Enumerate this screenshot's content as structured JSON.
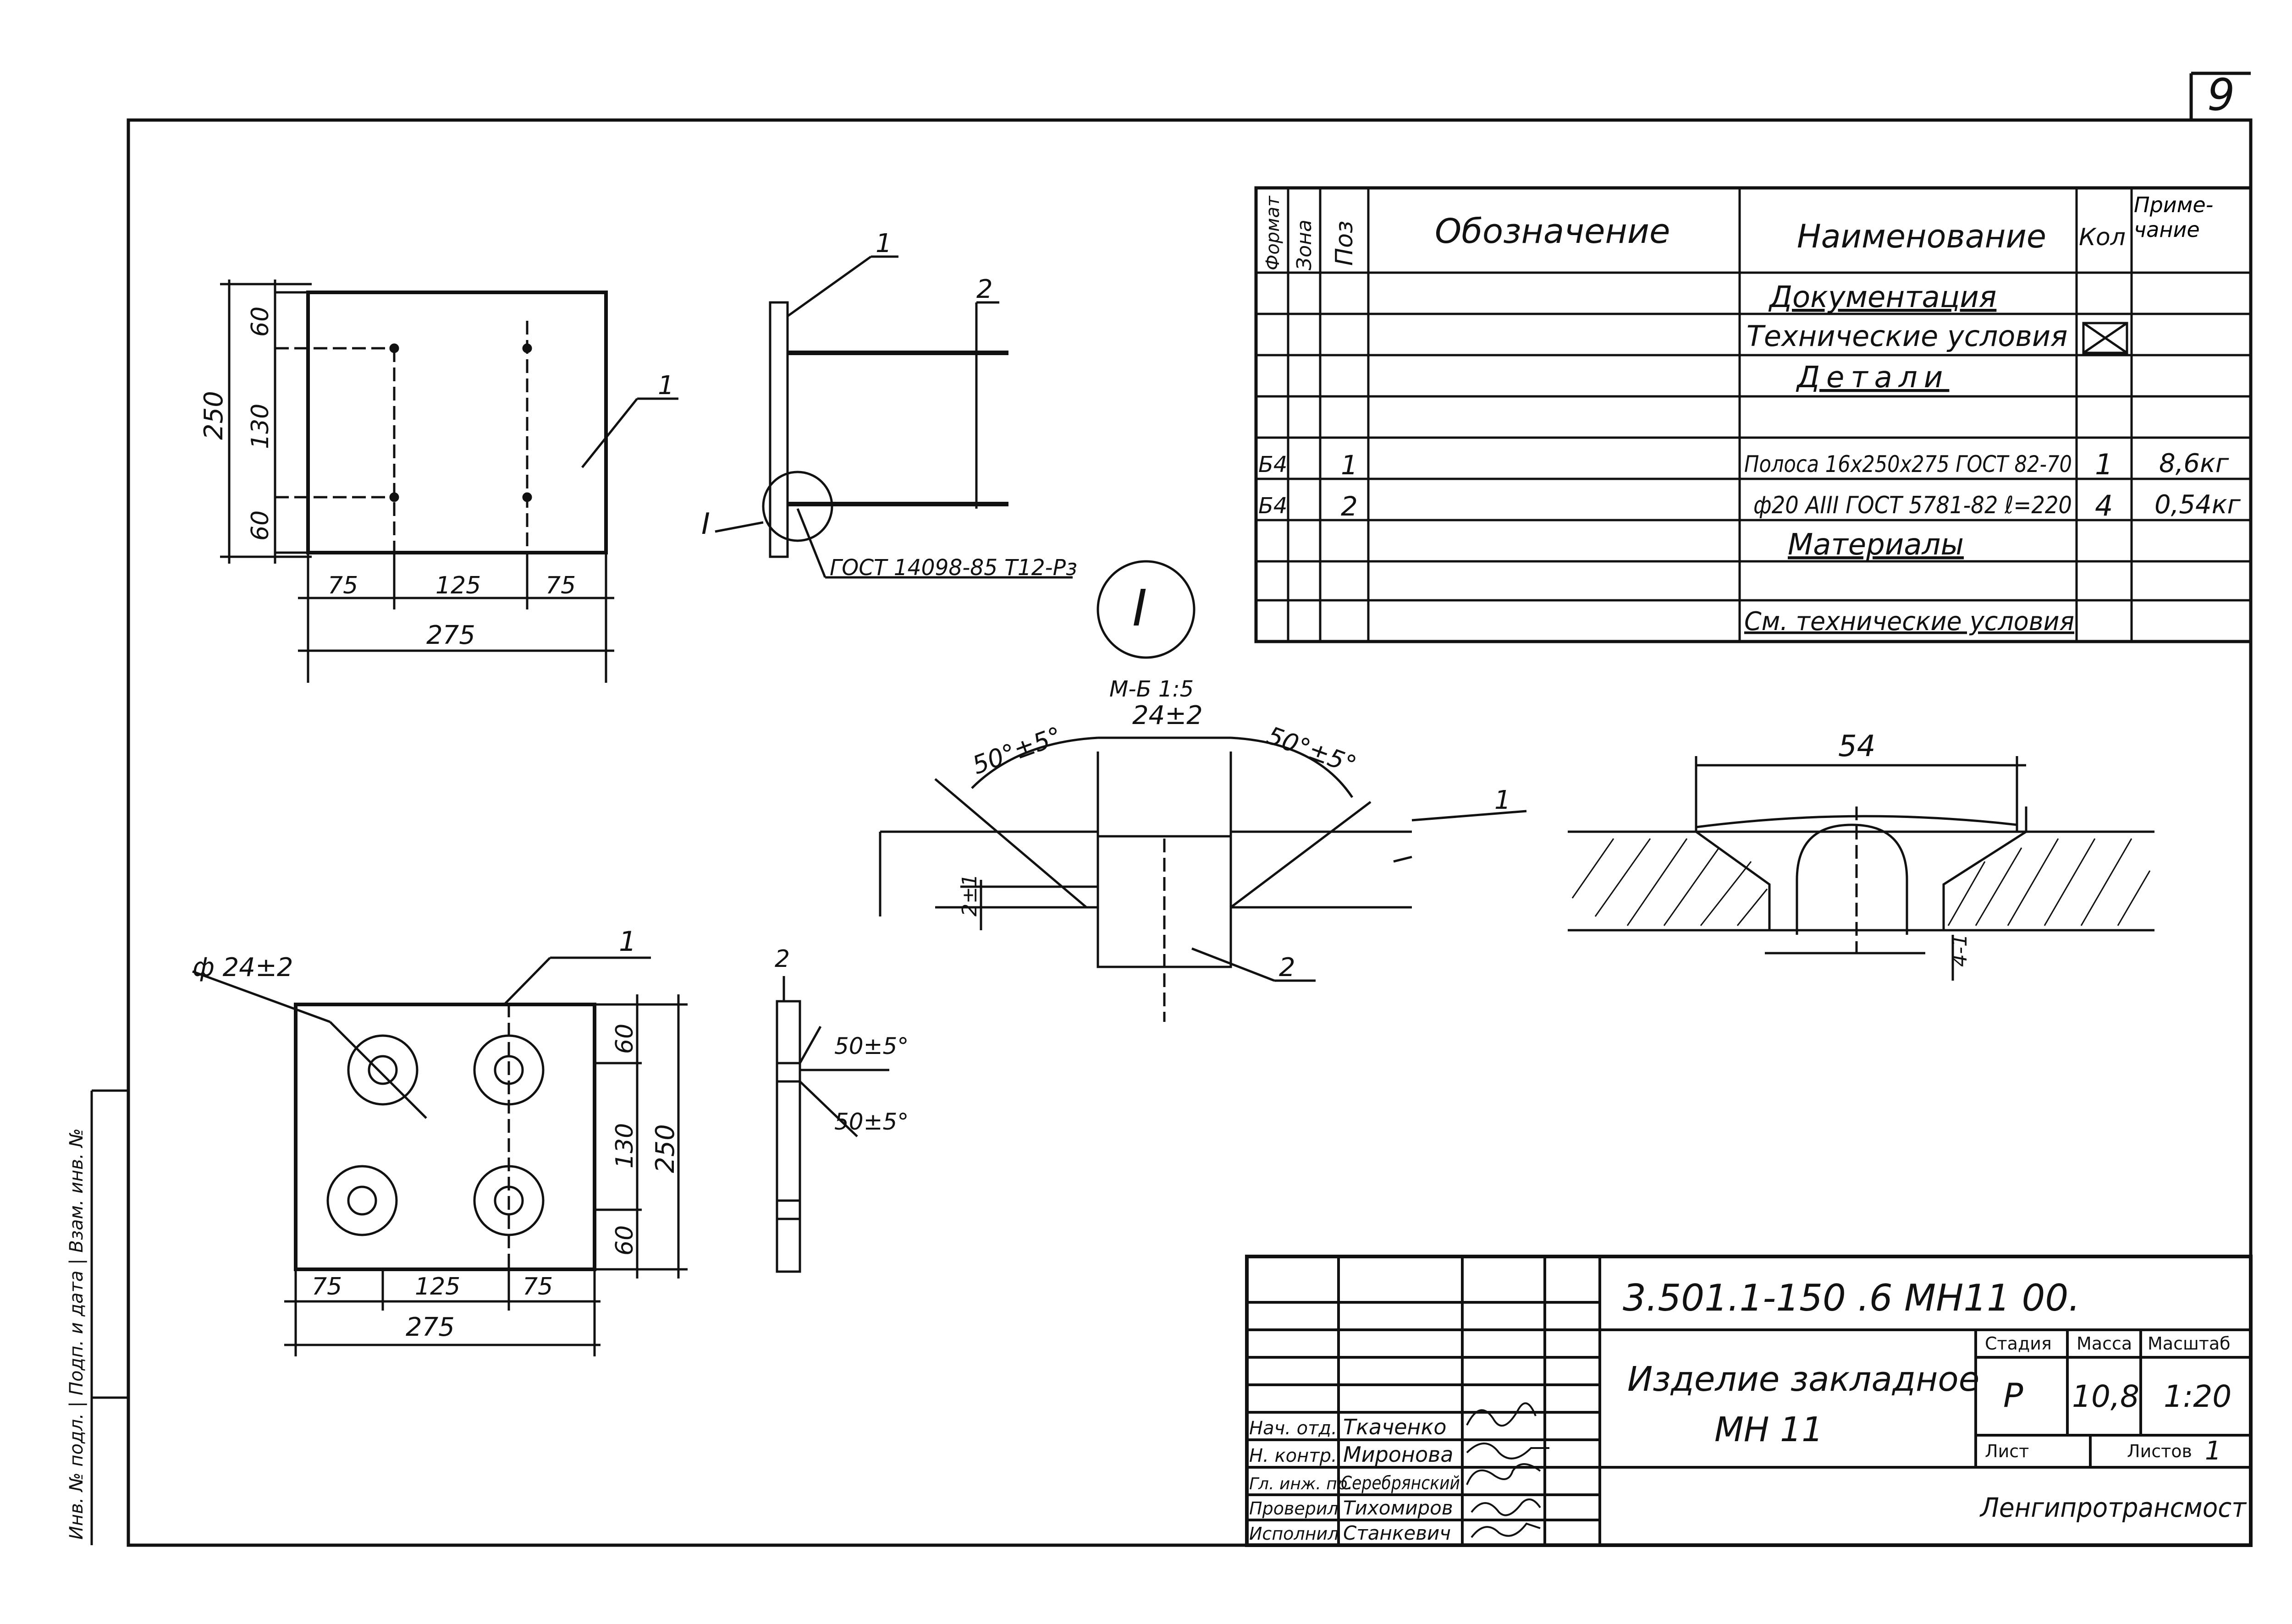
{
  "sheet_number": "9",
  "spec_table": {
    "headers": {
      "format": "Формат",
      "zone": "Зона",
      "pos": "Поз",
      "designation": "Обозначение",
      "name": "Наименование",
      "qty": "Кол",
      "note": "Приме-чание"
    },
    "rows": [
      {
        "format": "",
        "pos": "",
        "name": "Документация",
        "qty": "",
        "note": ""
      },
      {
        "format": "",
        "pos": "",
        "name": "Технические условия",
        "qty": "X",
        "note": ""
      },
      {
        "format": "",
        "pos": "",
        "name": "Детали",
        "qty": "",
        "note": ""
      },
      {
        "format": "Б4",
        "pos": "1",
        "name": "Полоса 16x250x275 ГОСТ 82-70",
        "qty": "1",
        "note": "8,6кг"
      },
      {
        "format": "Б4",
        "pos": "2",
        "name": "ф20 АIII ГОСТ 5781-82 ℓ=220",
        "qty": "4",
        "note": "0,54кг"
      },
      {
        "format": "",
        "pos": "",
        "name": "Материалы",
        "qty": "",
        "note": ""
      },
      {
        "format": "",
        "pos": "",
        "name": "См. технические условия",
        "qty": "",
        "note": ""
      }
    ]
  },
  "views": {
    "top_view": {
      "dims_vertical": [
        "60",
        "130",
        "60"
      ],
      "total_vertical": "250",
      "dims_horizontal": [
        "75",
        "125",
        "75"
      ],
      "total_horizontal": "275",
      "leader": "1"
    },
    "side_view": {
      "leader_1": "1",
      "leader_2": "2",
      "node_label": "I",
      "weld_note": "ГОСТ 14098-85 Т12-Рз"
    },
    "bottom_view": {
      "hole_label": "ф 24±2",
      "leader": "1",
      "dims_vertical": [
        "60",
        "130",
        "60"
      ],
      "total_vertical": "250",
      "dims_horizontal": [
        "75",
        "125",
        "75"
      ],
      "total_horizontal": "275"
    },
    "bottom_side_view": {
      "leader": "2",
      "angle_top": "50±5°",
      "angle_bottom": "50±5°"
    },
    "node_detail": {
      "circle_label": "I",
      "scale": "М-Б 1:5",
      "width": "24±2",
      "angle_left": "50°±5°",
      "angle_right": "50°±5°",
      "depth": "2±1",
      "leader_1": "1",
      "leader_2": "2"
    },
    "weld_section": {
      "width": "54",
      "dim_right": "4-1"
    }
  },
  "title_block": {
    "code": "3.501.1-150 .6 МН11 00.",
    "title_line1": "Изделие закладное",
    "title_line2": "МН 11",
    "stage_label": "Стадия",
    "mass_label": "Масса",
    "scale_label": "Масштаб",
    "stage": "Р",
    "mass": "10,8",
    "scale": "1:20",
    "sheet_label": "Лист",
    "sheets_label": "Листов",
    "sheets": "1",
    "org": "Ленгипротрансмост",
    "signatures": [
      {
        "role": "Нач. отд.",
        "name": "Ткаченко"
      },
      {
        "role": "Н. контр.",
        "name": "Миронова"
      },
      {
        "role": "Гл. инж. пр.",
        "name": "Серебрянский"
      },
      {
        "role": "Проверил",
        "name": "Тихомиров"
      },
      {
        "role": "Исполнил",
        "name": "Станкевич"
      }
    ]
  },
  "left_margin_label": "Инв. № подл. | Подп. и дата | Взам. инв. №"
}
